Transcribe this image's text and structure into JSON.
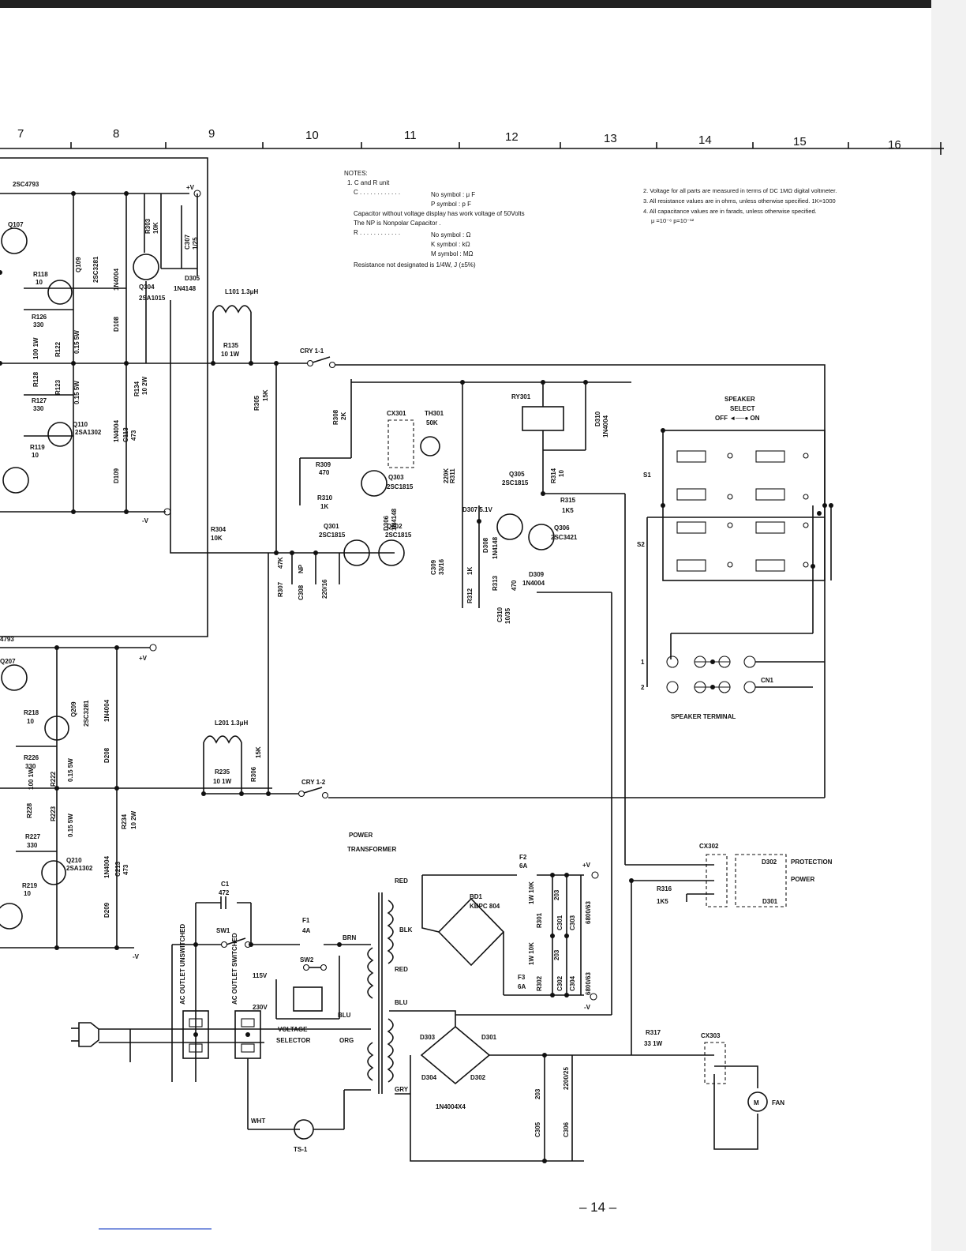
{
  "page": {
    "number": "– 14 –"
  },
  "zones": [
    "7",
    "8",
    "9",
    "10",
    "11",
    "12",
    "13",
    "14",
    "15",
    "16"
  ],
  "notes": {
    "header": "NOTES:",
    "n1": "1. C and R unit",
    "c_unit": "C . . . . . . . . . . . .",
    "c_no": "No symbol : μ F",
    "c_p": "P symbol : p F",
    "cap_voltage": "Capacitor without voltage display has work voltage of 50Volts",
    "np": "The NP is Nonpolar Capacitor .",
    "r_unit": "R . . . . . . . . . . . .",
    "r_no": "No symbol : Ω",
    "r_k": "K symbol : kΩ",
    "r_m": "M symbol : MΩ",
    "r_default": "Resistance not designated is 1/4W, J (±5%)",
    "n2": "2. Voltage for all parts are measured in terms of DC 1MΩ digital voltmeter.",
    "n3": "3. All resistance values are in ohms, unless otherwise specified. 1K=1000",
    "n4": "4. All capacitance values are in farads, unless otherwise specified.",
    "n4b": "μ =10⁻⁶ p=10⁻¹²"
  },
  "labels": {
    "q1xx_type": "2SC4793",
    "q107": "Q107",
    "q109": "Q109",
    "q109_type": "2SC3281",
    "r118": "R118",
    "r118_v": "10",
    "r126": "R126",
    "r126_v": "330",
    "r122": "R122",
    "r122_v": "0.15 5W",
    "r128": "R128",
    "r100_1w": "100 1W",
    "r127": "R127",
    "r127_v": "330",
    "r123": "R123",
    "r123_v": "0.15 5W",
    "q110": "Q110",
    "q110_type": "2SA1302",
    "r119": "R119",
    "r119_v": "10",
    "d108": "D108",
    "d108_type": "1N4004",
    "d109": "D109",
    "d109_type": "1N4004",
    "r134": "R134",
    "r134_v": "10 2W",
    "c113": "C113",
    "c113_v": "473",
    "r303": "R303",
    "r303_v": "10K",
    "c307": "C307",
    "c307_v": "1/25",
    "q304": "Q304",
    "q304_type": "2SA1015",
    "d305": "D305",
    "d305_type": "1N4148",
    "vplus": "+V",
    "vminus": "-V",
    "l101": "L101 1.3μH",
    "r135": "R135",
    "r135_v": "10 1W",
    "r305": "R305",
    "r305_v": "15K",
    "cry11": "CRY 1-1",
    "r308": "R308",
    "r308_v": "2K",
    "cx301": "CX301",
    "th301": "TH301",
    "th301_v": "50K",
    "r309": "R309",
    "r309_v": "470",
    "r310": "R310",
    "r310_v": "1K",
    "q303": "Q303",
    "q303_type": "2SC1815",
    "d306": "D306",
    "d306_type": "1N4148",
    "r311": "R311",
    "r311_v": "220K",
    "ry301": "RY301",
    "d310": "D310",
    "d310_type": "1N4004",
    "q305": "Q305",
    "q305_type": "2SC1815",
    "r314": "R314",
    "r314_v": "10",
    "r315": "R315",
    "r315_v": "1K5",
    "q306": "Q306",
    "q306_type": "2SC3421",
    "d307": "D307 5.1V",
    "d308": "D308",
    "d308_type": "1N4148",
    "r304": "R304",
    "r304_v": "10K",
    "q301": "Q301",
    "q301_type": "2SC1815",
    "q302": "Q302",
    "q302_type": "2SC1815",
    "r307": "R307",
    "r307_v": "47K",
    "c308": "C308",
    "c308_np": "NP",
    "c308_v": "220/16",
    "c309": "C309",
    "c309_v": "33/16",
    "r312": "R312",
    "r312_v": "1K",
    "r313": "R313",
    "r313_v": "470",
    "c310": "C310",
    "c310_v": "10/35",
    "d309": "D309",
    "d309_type": "1N4004",
    "speaker_select": "SPEAKER",
    "speaker_select2": "SELECT",
    "off_on": "OFF ◄──● ON",
    "s1": "S1",
    "s2": "S2",
    "term1": "1",
    "term2": "2",
    "cn1": "CN1",
    "speaker_terminal": "SPEAKER TERMINAL",
    "q2xx_type": "4793",
    "q207": "Q207",
    "q209": "Q209",
    "q209_type": "2SC3281",
    "r218": "R218",
    "r218_v": "10",
    "r226": "R226",
    "r226_v": "330",
    "r222": "R222",
    "r222_v": "0.15 5W",
    "r228": "R228",
    "r227": "R227",
    "r227_v": "330",
    "r223": "R223",
    "r223_v": "0.15 5W",
    "q210": "Q210",
    "q210_type": "2SA1302",
    "r219": "R219",
    "r219_v": "10",
    "d208": "D208",
    "d208_type": "1N4004",
    "d209": "D209",
    "d209_type": "1N4004",
    "r234": "R234",
    "r234_v": "10 2W",
    "c213": "C213",
    "c213_v": "473",
    "l201": "L201 1.3μH",
    "r235": "R235",
    "r235_v": "10 1W",
    "r306": "R306",
    "r306_v": "15K",
    "cry12": "CRY 1-2",
    "power_transformer": "POWER",
    "power_transformer2": "TRANSFORMER",
    "f2": "F2",
    "f2_v": "6A",
    "red": "RED",
    "blk": "BLK",
    "red2": "RED",
    "bd1": "BD1",
    "bd1_type": "KBPC 804",
    "r301": "R301",
    "r301_v": "1W 10K",
    "c301": "C301",
    "c301_v": "203",
    "c303": "C303",
    "c303_v": "6800/63",
    "r302": "R302",
    "r302_v": "1W 10K",
    "c302": "C302",
    "c302_v": "203",
    "c304": "C304",
    "c304_v": "6800/63",
    "f3": "F3",
    "f3_v": "6A",
    "cx302": "CX302",
    "d302": "D302",
    "protection": "PROTECTION",
    "power_led": "POWER",
    "r316": "R316",
    "r316_v": "1K5",
    "d301_led": "D301",
    "c1": "C1",
    "c1_v": "472",
    "sw1": "SW1",
    "f1": "F1",
    "f1_v": "4A",
    "brn": "BRN",
    "sw2": "SW2",
    "v115": "115V",
    "v230": "230V",
    "ac_unsw": "AC OUTLET UNSWITCHED",
    "ac_sw": "AC OUTLET SWITCHED",
    "blu": "BLU",
    "voltage_selector": "VOLTAGE",
    "voltage_selector2": "SELECTOR",
    "org": "ORG",
    "blu2": "BLU",
    "d303": "D303",
    "d301": "D301",
    "d304": "D304",
    "d302b": "D302",
    "diodes": "1N4004X4",
    "gry": "GRY",
    "wht": "WHT",
    "ts1": "TS-1",
    "c305": "C305",
    "c305_v": "203",
    "c306": "C306",
    "c306_v": "2200/25",
    "r317": "R317",
    "r317_v": "33 1W",
    "cx303": "CX303",
    "fan": "FAN",
    "fan_m": "M",
    "r3xx": "1K"
  }
}
